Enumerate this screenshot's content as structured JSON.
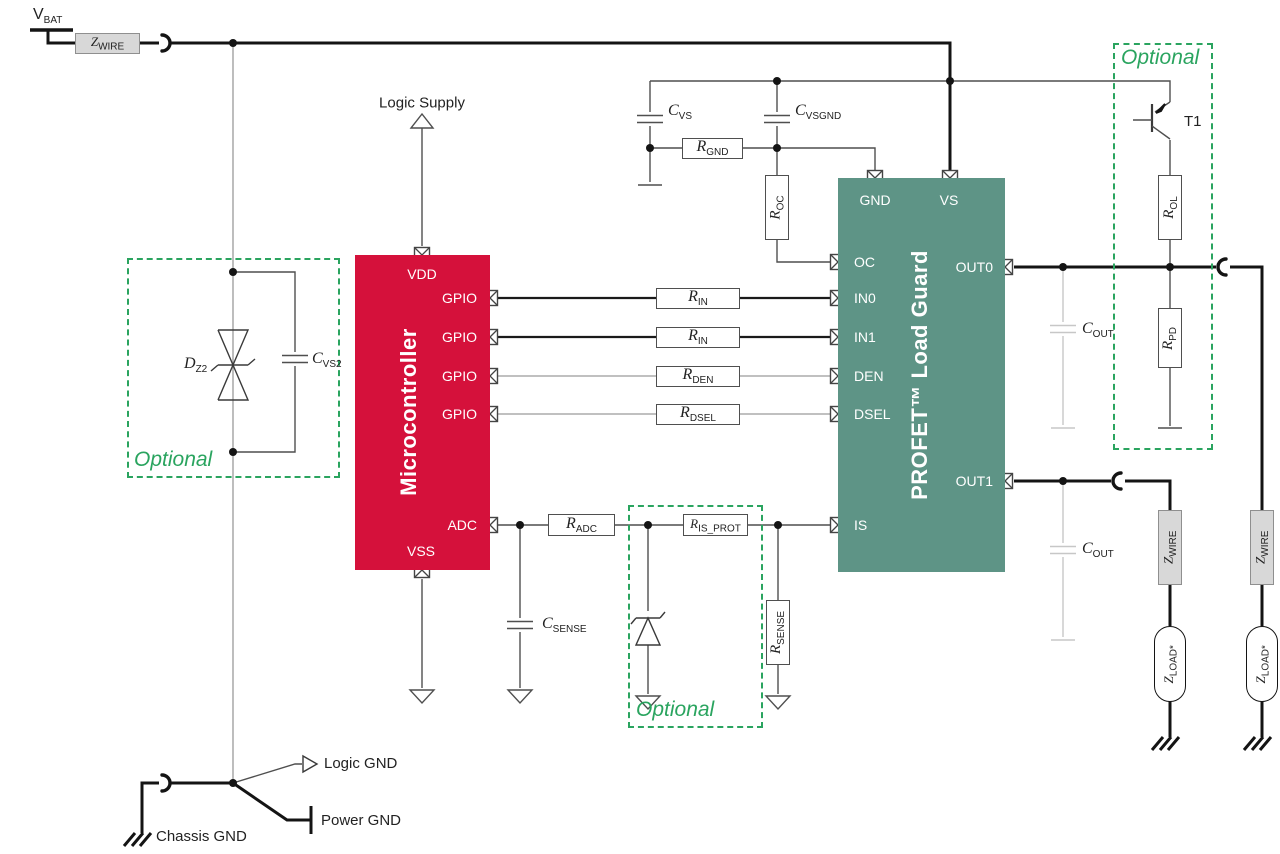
{
  "diagram_title": "PROFET Load Guard application schematic",
  "colors": {
    "mcu_block": "#D5113B",
    "profet_block": "#5E9486",
    "optional_green": "#2AA45F",
    "wire_black": "#141414",
    "wire_gray": "#4f4f4f",
    "wire_light": "#c7c7c7",
    "component_gray_box": "#d8d8d8"
  },
  "mcu": {
    "title": "Microcontroller",
    "pins": {
      "vdd": "VDD",
      "gpio": "GPIO",
      "adc": "ADC",
      "vss": "VSS"
    }
  },
  "profet": {
    "title": "PROFET™ Load Guard",
    "pins": {
      "gnd": "GND",
      "vs": "VS",
      "oc": "OC",
      "in0": "IN0",
      "in1": "IN1",
      "den": "DEN",
      "dsel": "DSEL",
      "is": "IS",
      "out0": "OUT0",
      "out1": "OUT1"
    }
  },
  "texts": {
    "logic_supply": "Logic Supply",
    "logic_gnd": "Logic GND",
    "power_gnd": "Power GND",
    "chassis_gnd": "Chassis GND",
    "optional": "Optional",
    "t1": "T1"
  },
  "components": {
    "v_bat": {
      "m": "V",
      "s": "BAT"
    },
    "z_wire": {
      "m": "Z",
      "s": "WIRE"
    },
    "c_vs": {
      "m": "C",
      "s": "VS"
    },
    "c_vsgnd": {
      "m": "C",
      "s": "VSGND"
    },
    "r_gnd": {
      "m": "R",
      "s": "GND"
    },
    "r_oc": {
      "m": "R",
      "s": "OC"
    },
    "r_in": {
      "m": "R",
      "s": "IN"
    },
    "r_den": {
      "m": "R",
      "s": "DEN"
    },
    "r_dsel": {
      "m": "R",
      "s": "DSEL"
    },
    "r_adc": {
      "m": "R",
      "s": "ADC"
    },
    "r_is_prot": {
      "m": "R",
      "s": "IS_PROT"
    },
    "c_sense": {
      "m": "C",
      "s": "SENSE"
    },
    "r_sense": {
      "m": "R",
      "s": "SENSE"
    },
    "d_z2": {
      "m": "D",
      "s": "Z2"
    },
    "c_vs2": {
      "m": "C",
      "s": "VS2"
    },
    "r_ol": {
      "m": "R",
      "s": "OL"
    },
    "r_pd": {
      "m": "R",
      "s": "PD"
    },
    "c_out": {
      "m": "C",
      "s": "OUT"
    },
    "z_load": {
      "m": "Z",
      "s": "LOAD*"
    }
  }
}
